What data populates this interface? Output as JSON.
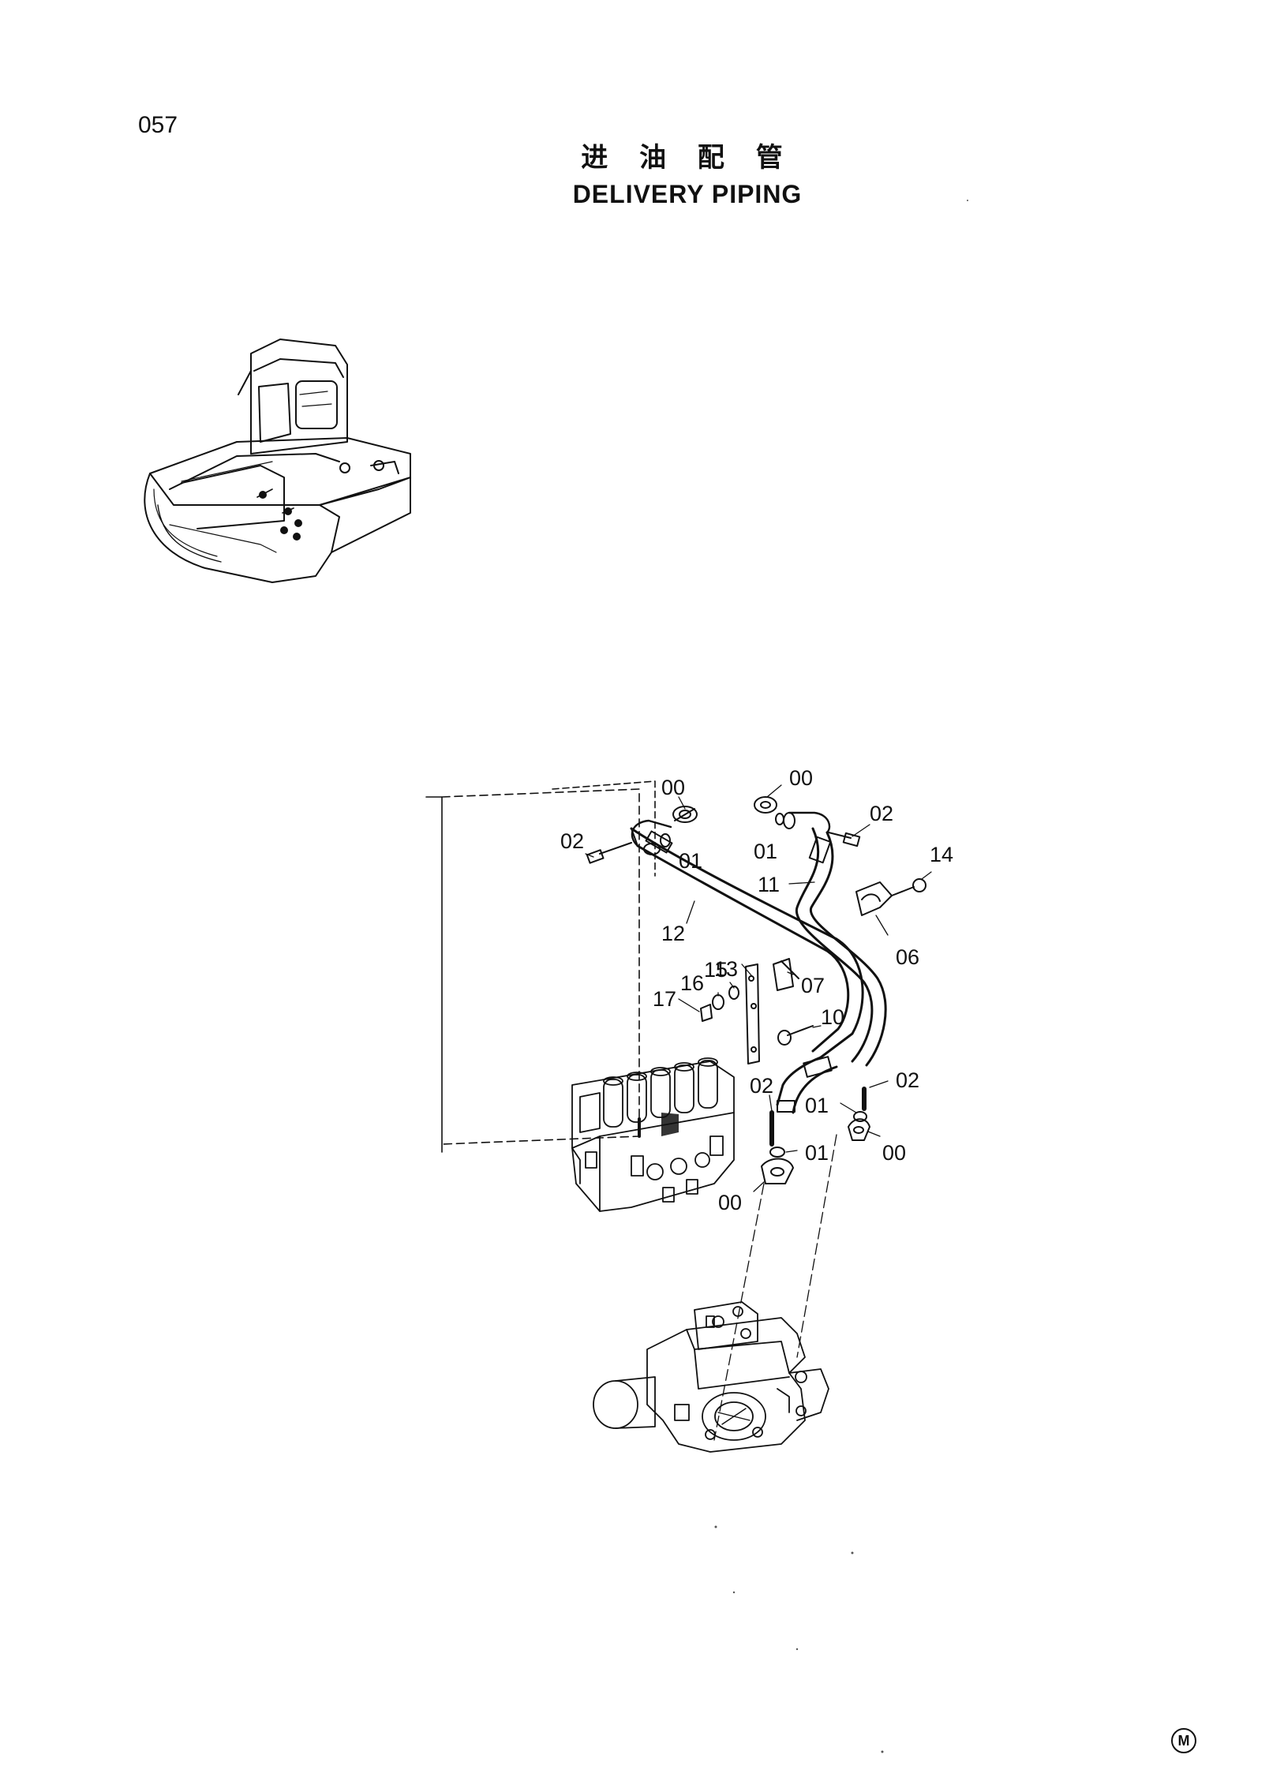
{
  "page": {
    "number": "057",
    "title_cn": "进 油 配 管",
    "title_en": "DELIVERY PIPING",
    "mark": "M"
  },
  "callouts": [
    {
      "id": "00",
      "role": "flange-top-left"
    },
    {
      "id": "00",
      "role": "flange-top-right"
    },
    {
      "id": "02",
      "role": "bolt-top-left"
    },
    {
      "id": "01",
      "role": "o-ring-top-left"
    },
    {
      "id": "01",
      "role": "o-ring-top-right"
    },
    {
      "id": "02",
      "role": "bolt-top-right"
    },
    {
      "id": "14",
      "role": "bolt-clamp"
    },
    {
      "id": "11",
      "role": "hose-11"
    },
    {
      "id": "12",
      "role": "hose-12"
    },
    {
      "id": "13",
      "role": "bracket-13"
    },
    {
      "id": "06",
      "role": "clamp-06"
    },
    {
      "id": "15",
      "role": "washer-15"
    },
    {
      "id": "16",
      "role": "washer-16"
    },
    {
      "id": "17",
      "role": "nut-17"
    },
    {
      "id": "07",
      "role": "clamp-07"
    },
    {
      "id": "10",
      "role": "bolt-10"
    },
    {
      "id": "02",
      "role": "bolt-lower-left"
    },
    {
      "id": "02",
      "role": "bolt-lower-right"
    },
    {
      "id": "01",
      "role": "o-ring-lower-right"
    },
    {
      "id": "01",
      "role": "o-ring-lower-left"
    },
    {
      "id": "00",
      "role": "flange-lower-right"
    },
    {
      "id": "00",
      "role": "flange-lower-left"
    }
  ]
}
